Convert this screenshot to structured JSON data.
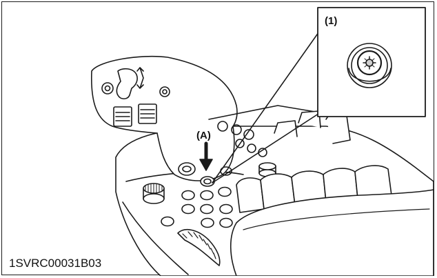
{
  "labels": {
    "callout": "(1)",
    "pointer": "(A)"
  },
  "figure_code": "1SVRC00031B03",
  "colors": {
    "line": "#1a1a1a",
    "fill": "#ffffff",
    "shade": "#cfcfcf"
  }
}
